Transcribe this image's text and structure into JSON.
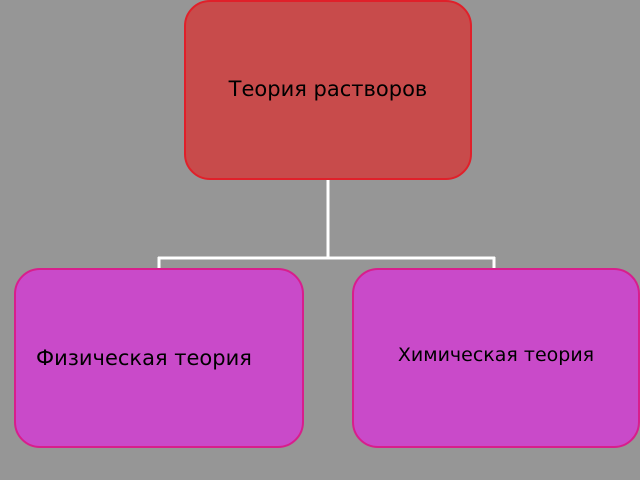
{
  "diagram": {
    "root": {
      "label": "Теория растворов"
    },
    "children": [
      {
        "label": "Физическая теория"
      },
      {
        "label": "Химическая теория"
      }
    ]
  },
  "colors": {
    "background": "#969696",
    "root_fill": "#c84b4b",
    "root_border": "#e0202a",
    "child_fill": "#c94ac9",
    "child_border": "#d81e8c",
    "connector": "#ffffff"
  }
}
